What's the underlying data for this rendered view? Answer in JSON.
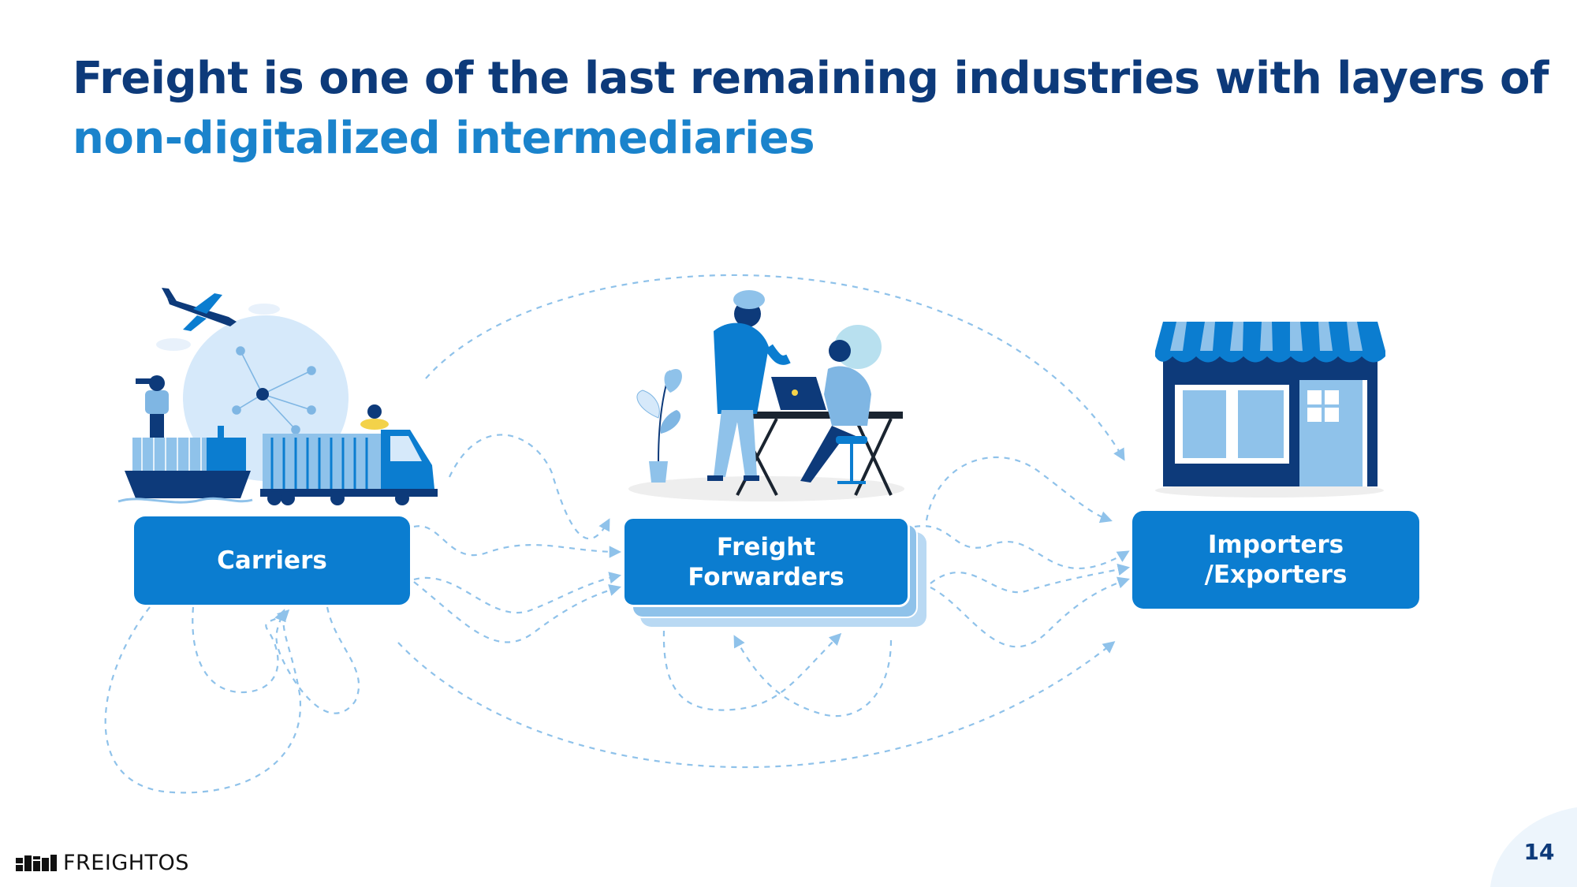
{
  "title": {
    "line1": "Freight is one of the last remaining industries with layers of",
    "line2": "non-digitalized intermediaries"
  },
  "nodes": {
    "carriers": "Carriers",
    "forwarders": "Freight\nForwarders",
    "importers": "Importers\n/Exporters"
  },
  "brand": {
    "name": "FREIGHTOS"
  },
  "page_number": "14",
  "colors": {
    "title_dark": "#0d3a7a",
    "title_accent": "#1a83cc",
    "node_fill": "#0b7dd0",
    "dashed_arrows": "#8fc2ea"
  }
}
